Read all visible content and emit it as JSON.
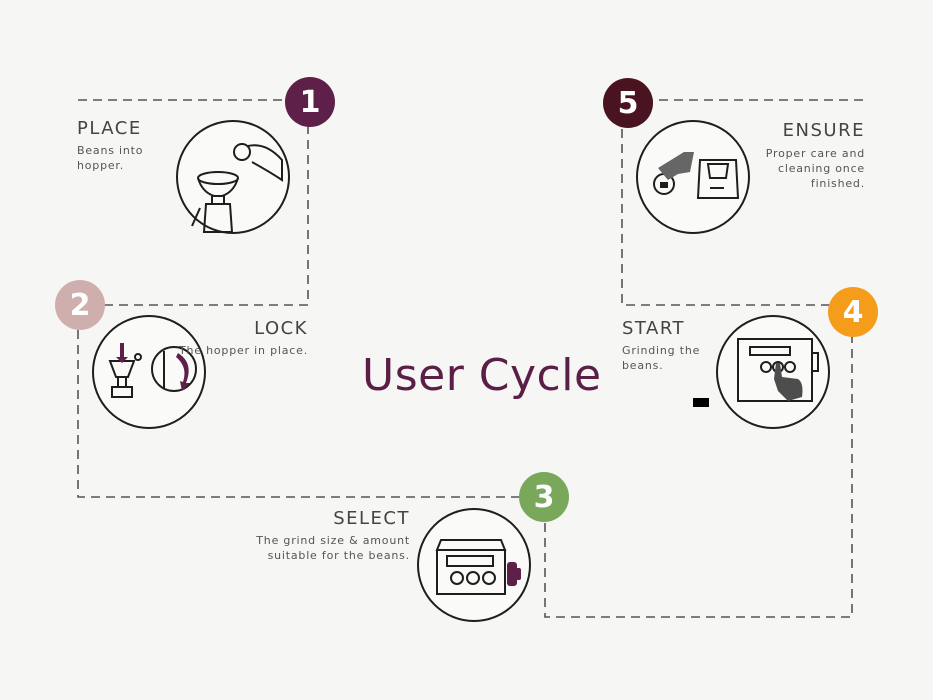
{
  "title": "User Cycle",
  "colors": {
    "step1": "#5e1f48",
    "step2": "#cfaeae",
    "step3": "#79a85a",
    "step4": "#f59c1b",
    "step5": "#4a1320",
    "title": "#5b1f47"
  },
  "steps": [
    {
      "number": "1",
      "title": "PLACE",
      "description": "Beans into\nhopper.",
      "icon": "hand-pouring-beans-icon"
    },
    {
      "number": "2",
      "title": "LOCK",
      "description": "The hopper in place.",
      "icon": "hopper-lock-icon"
    },
    {
      "number": "3",
      "title": "SELECT",
      "description": "The grind size & amount\nsuitable for the beans.",
      "icon": "grinder-control-panel-icon"
    },
    {
      "number": "4",
      "title": "START",
      "description": "Grinding the\nbeans.",
      "icon": "hand-pressing-button-icon"
    },
    {
      "number": "5",
      "title": "ENSURE",
      "description": "Proper care and\ncleaning once\nfinished.",
      "icon": "brush-cleaning-icon"
    }
  ]
}
